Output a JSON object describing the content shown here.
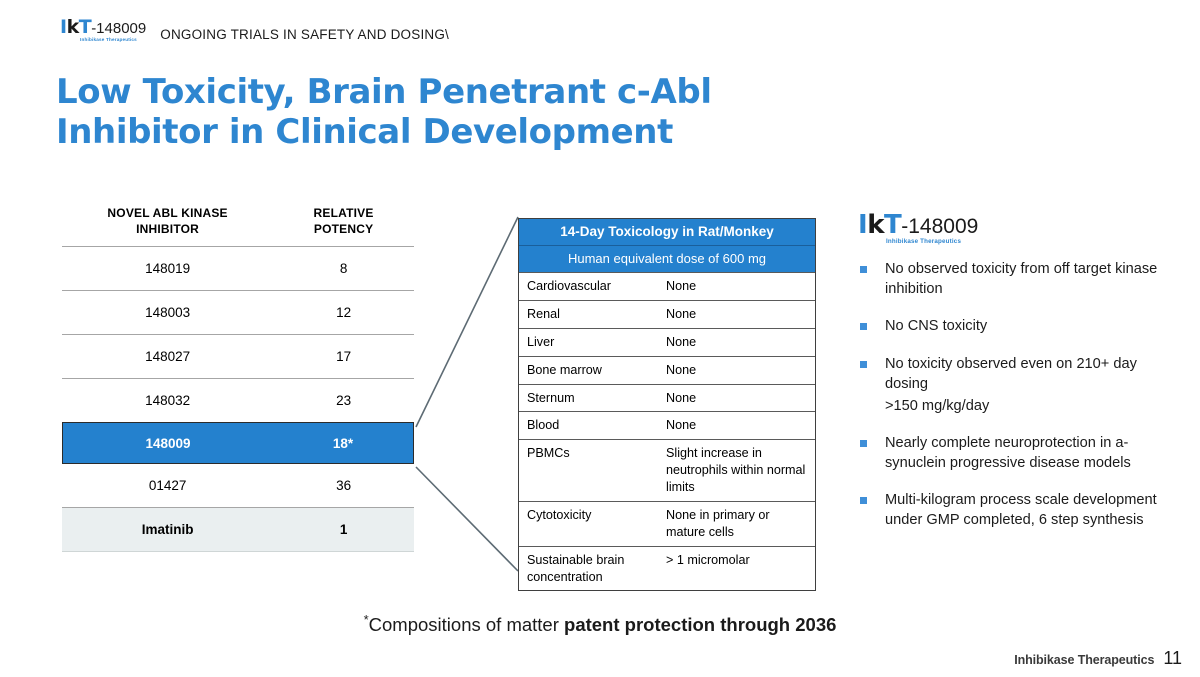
{
  "brand": {
    "accent_blue": "#2E86D0",
    "table_blue": "#2481CE",
    "logo_i": "I",
    "logo_k": "k",
    "logo_t": "T",
    "logo_number": "-148009",
    "logo_subtitle": "Inhibikase Therapeutics"
  },
  "header": {
    "eyebrow": "ONGOING TRIALS IN SAFETY AND DOSING\\"
  },
  "title": {
    "text": "Low Toxicity, Brain Penetrant c-Abl Inhibitor in Clinical Development"
  },
  "potency_table": {
    "headers": {
      "col1_line1": "NOVEL ABL KINASE",
      "col1_line2": "INHIBITOR",
      "col2_line1": "RELATIVE",
      "col2_line2": "POTENCY"
    },
    "rows": [
      {
        "inhibitor": "148019",
        "potency": "8",
        "style": "normal"
      },
      {
        "inhibitor": "148003",
        "potency": "12",
        "style": "normal"
      },
      {
        "inhibitor": "148027",
        "potency": "17",
        "style": "normal"
      },
      {
        "inhibitor": "148032",
        "potency": "23",
        "style": "normal"
      },
      {
        "inhibitor": "148009",
        "potency": "18*",
        "style": "highlight"
      },
      {
        "inhibitor": "01427",
        "potency": "36",
        "style": "normal"
      },
      {
        "inhibitor": "Imatinib",
        "potency": "1",
        "style": "shaded"
      }
    ]
  },
  "tox_table": {
    "title": "14-Day Toxicology in Rat/Monkey",
    "subtitle": "Human equivalent dose of 600 mg",
    "rows": [
      {
        "parameter": "Cardiovascular",
        "finding": "None"
      },
      {
        "parameter": "Renal",
        "finding": "None"
      },
      {
        "parameter": "Liver",
        "finding": "None"
      },
      {
        "parameter": "Bone marrow",
        "finding": "None"
      },
      {
        "parameter": "Sternum",
        "finding": "None"
      },
      {
        "parameter": "Blood",
        "finding": "None"
      },
      {
        "parameter": "PBMCs",
        "finding": "Slight increase in neutrophils within normal limits"
      },
      {
        "parameter": "Cytotoxicity",
        "finding": "None in primary or mature cells"
      },
      {
        "parameter": "Sustainable brain concentration",
        "finding": "> 1 micromolar"
      }
    ]
  },
  "highlights": {
    "bullets": [
      {
        "text": "No observed toxicity from off target kinase inhibition",
        "sub": ""
      },
      {
        "text": "No CNS toxicity",
        "sub": ""
      },
      {
        "text": "No toxicity observed even on 210+ day dosing",
        "sub": ">150 mg/kg/day"
      },
      {
        "text": "Nearly complete neuroprotection in a-synuclein progressive disease models",
        "sub": ""
      },
      {
        "text": "Multi-kilogram process scale development under GMP completed, 6 step synthesis",
        "sub": ""
      }
    ]
  },
  "footnote": {
    "star": "*",
    "normal": "Compositions of matter ",
    "bold": "patent protection through 2036"
  },
  "footer": {
    "company": "Inhibikase Therapeutics",
    "page": "11"
  }
}
